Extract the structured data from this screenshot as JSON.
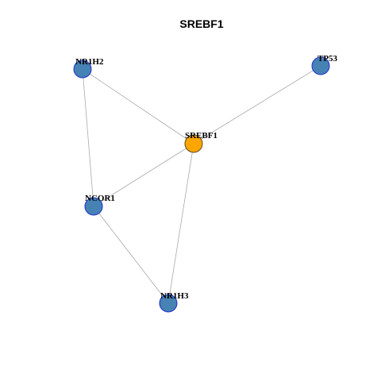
{
  "title": "SREBF1",
  "colors": {
    "background": "#ffffff",
    "edge": "#aaaaaa",
    "node_default_fill": "#4682b4",
    "node_default_border": "#1f2fcc",
    "node_focus_fill": "#ffa500",
    "node_focus_border": "#5a4a1e",
    "label": "#000000"
  },
  "nodes": [
    {
      "id": "NR1H2",
      "label": "NR1H2",
      "focus": false
    },
    {
      "id": "TP53",
      "label": "TP53",
      "focus": false
    },
    {
      "id": "SREBF1",
      "label": "SREBF1",
      "focus": true
    },
    {
      "id": "NCOR1",
      "label": "NCOR1",
      "focus": false
    },
    {
      "id": "NR1H3",
      "label": "NR1H3",
      "focus": false
    }
  ],
  "edges": [
    {
      "source": "NR1H2",
      "target": "SREBF1"
    },
    {
      "source": "NR1H2",
      "target": "NCOR1"
    },
    {
      "source": "TP53",
      "target": "SREBF1"
    },
    {
      "source": "SREBF1",
      "target": "NCOR1"
    },
    {
      "source": "SREBF1",
      "target": "NR1H3"
    },
    {
      "source": "NCOR1",
      "target": "NR1H3"
    }
  ]
}
